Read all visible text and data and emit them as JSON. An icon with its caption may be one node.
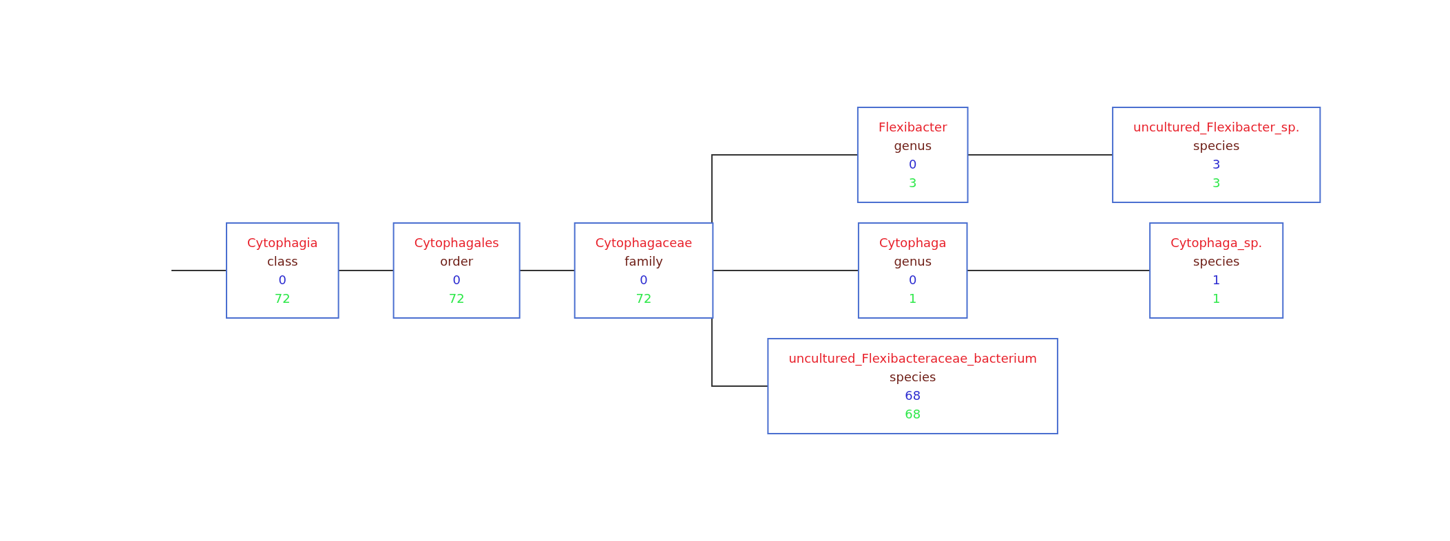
{
  "diagram": {
    "nodes": [
      {
        "text": [
          "Cytophagia",
          "class",
          "0",
          "72"
        ]
      },
      {
        "text": [
          "Cytophagales",
          "order",
          "0",
          "72"
        ]
      },
      {
        "text": [
          "Cytophagaceae",
          "family",
          "0",
          "72"
        ]
      },
      {
        "text": [
          "Flexibacter",
          "genus",
          "0",
          "3"
        ]
      },
      {
        "text": [
          "uncultured_Flexibacter_sp.",
          "species",
          "3",
          "3"
        ]
      },
      {
        "text": [
          "Cytophaga",
          "genus",
          "0",
          "1"
        ]
      },
      {
        "text": [
          "Cytophaga_sp.",
          "species",
          "1",
          "1"
        ]
      },
      {
        "text": [
          "uncultured_Flexibacteraceae_bacterium",
          "species",
          "68",
          "68"
        ]
      }
    ],
    "edges": [
      {
        "from": null,
        "to": 0,
        "arrow": "none"
      },
      {
        "from": 0,
        "to": 1,
        "arrow": "none"
      },
      {
        "from": 1,
        "to": 2,
        "arrow": "none"
      },
      {
        "from": 2,
        "to": 3,
        "arrow": "none"
      },
      {
        "from": 2,
        "to": 5,
        "arrow": "none"
      },
      {
        "from": 2,
        "to": 7,
        "arrow": "none"
      },
      {
        "from": 3,
        "to": 4,
        "arrow": "none"
      },
      {
        "from": 5,
        "to": 6,
        "arrow": "none"
      }
    ]
  }
}
